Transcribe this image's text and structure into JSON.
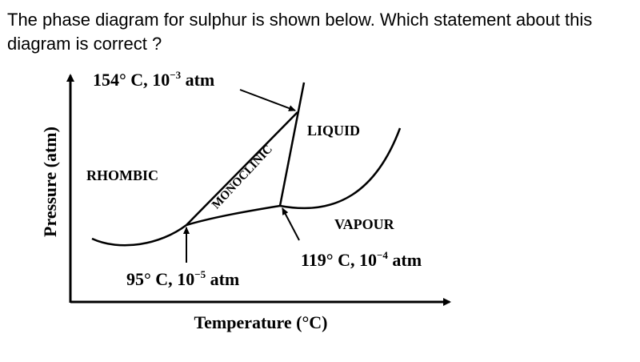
{
  "question": {
    "text": "The phase diagram for sulphur is shown below. Which statement about this diagram is correct ?"
  },
  "diagram": {
    "y_axis_label": "Pressure (atm)",
    "x_axis_label": "Temperature (°C)",
    "regions": {
      "rhombic": "RHOMBIC",
      "monoclinic": "MONOCLINIC",
      "liquid": "LIQUID",
      "vapour": "VAPOUR"
    },
    "points": {
      "top": {
        "temp": "154° C, ",
        "base": "10",
        "exp": "−3",
        "unit": " atm"
      },
      "left": {
        "temp": "95° C, ",
        "base": "10",
        "exp": "−5",
        "unit": " atm"
      },
      "right": {
        "temp": "119° C, ",
        "base": "10",
        "exp": "−4",
        "unit": " atm"
      }
    }
  }
}
